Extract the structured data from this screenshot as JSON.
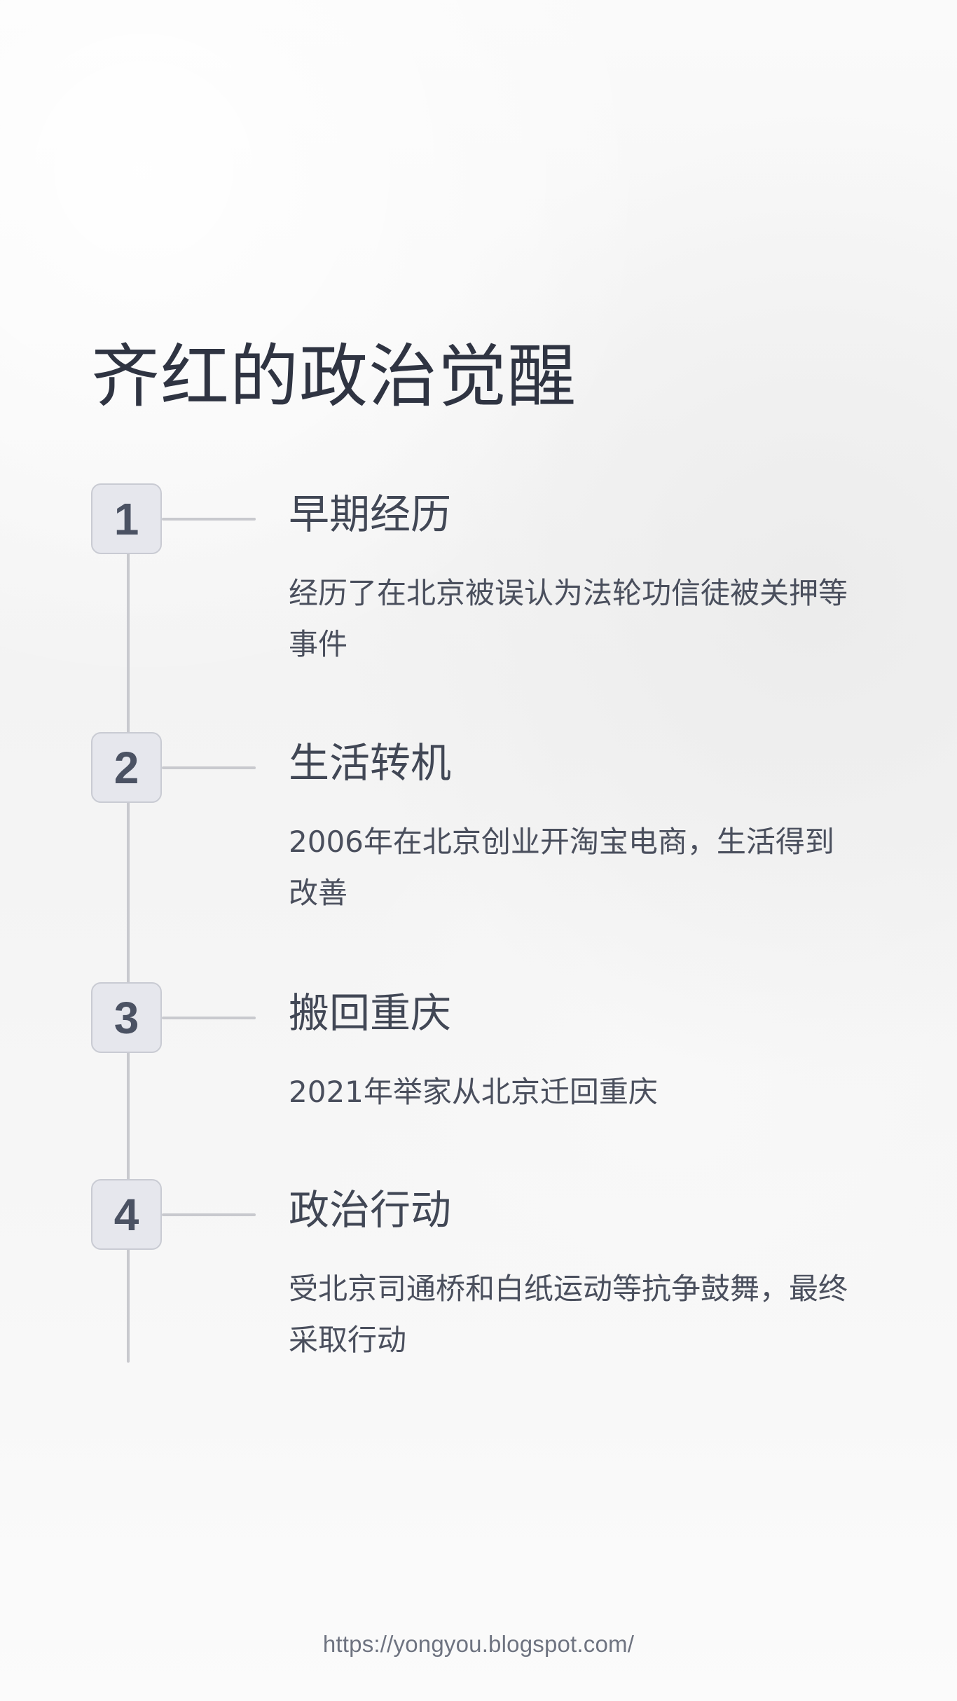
{
  "title": "齐红的政治觉醒",
  "steps": [
    {
      "number": "1",
      "title": "早期经历",
      "description": "经历了在北京被误认为法轮功信徒被关押等事件"
    },
    {
      "number": "2",
      "title": "生活转机",
      "description": "2006年在北京创业开淘宝电商，生活得到改善"
    },
    {
      "number": "3",
      "title": "搬回重庆",
      "description": "2021年举家从北京迁回重庆"
    },
    {
      "number": "4",
      "title": "政治行动",
      "description": "受北京司通桥和白纸运动等抗争鼓舞，最终采取行动"
    }
  ],
  "footer": {
    "url": "https://yongyou.blogspot.com/"
  },
  "colors": {
    "title": "#2f3442",
    "text": "#4a4f5d",
    "timeline": "#c8c9ce",
    "badge_bg": "#e6e7ed",
    "badge_border": "#c9cbd3"
  }
}
